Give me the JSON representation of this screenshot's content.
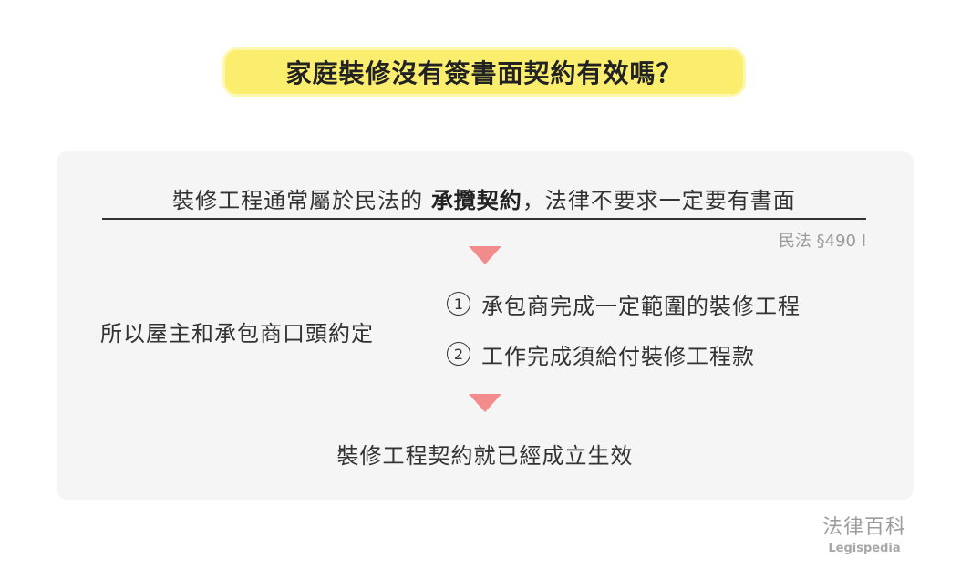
{
  "title": "家庭裝修沒有簽書面契約有效嗎？",
  "premise": {
    "before": "裝修工程通常屬於民法的 ",
    "emphasis": "承攬契約",
    "after": "，法律不要求一定要有書面"
  },
  "citation": "民法 §490 I",
  "agreement": {
    "label": "所以屋主和承包商口頭約定",
    "items": [
      {
        "number": "1",
        "text": "承包商完成一定範圍的裝修工程"
      },
      {
        "number": "2",
        "text": "工作完成須給付裝修工程款"
      }
    ]
  },
  "conclusion": "裝修工程契約就已經成立生效",
  "brand": {
    "name": "法律百科",
    "subtitle": "Legispedia"
  },
  "colors": {
    "title_fill": "#fbee6e",
    "card_background": "#f5f5f5",
    "arrow": "#f28b8b"
  }
}
